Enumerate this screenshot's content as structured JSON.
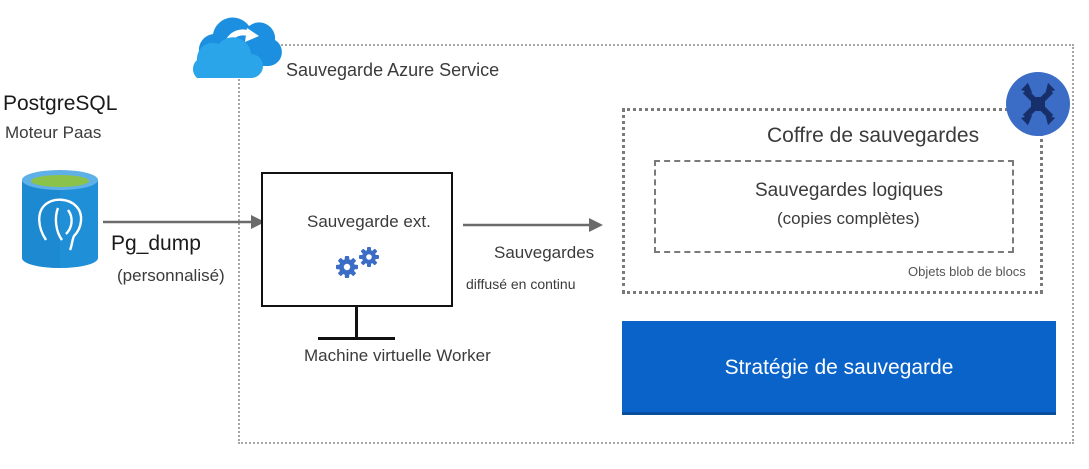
{
  "source": {
    "title": "PostgreSQL",
    "subtitle": "Moteur Paas",
    "icon": "postgresql-database-icon"
  },
  "service": {
    "title": "Sauvegarde Azure Service",
    "icon": "azure-backup-cloud-icon"
  },
  "flow": {
    "dump_label": "Pg_dump",
    "dump_sub": "(personnalisé)",
    "backups_label": "Sauvegardes",
    "backups_sub": "diffusé en continu"
  },
  "worker": {
    "inner_label": "Sauvegarde ext.",
    "caption": "Machine virtuelle Worker",
    "icon": "gears-icon"
  },
  "vault": {
    "title": "Coffre de sauvegardes",
    "icon": "backup-vault-icon",
    "logical_title": "Sauvegardes logiques",
    "logical_sub": "(copies complètes)",
    "storage_note": "Objets blob de blocs"
  },
  "policy": {
    "label": "Stratégie de sauvegarde"
  },
  "colors": {
    "policy_blue": "#0a63c9",
    "vault_icon_blue": "#3b6cc6",
    "postgres_blue": "#1f8fd8",
    "postgres_green": "#8bc34a",
    "cloud_blue": "#1c8fe0"
  }
}
